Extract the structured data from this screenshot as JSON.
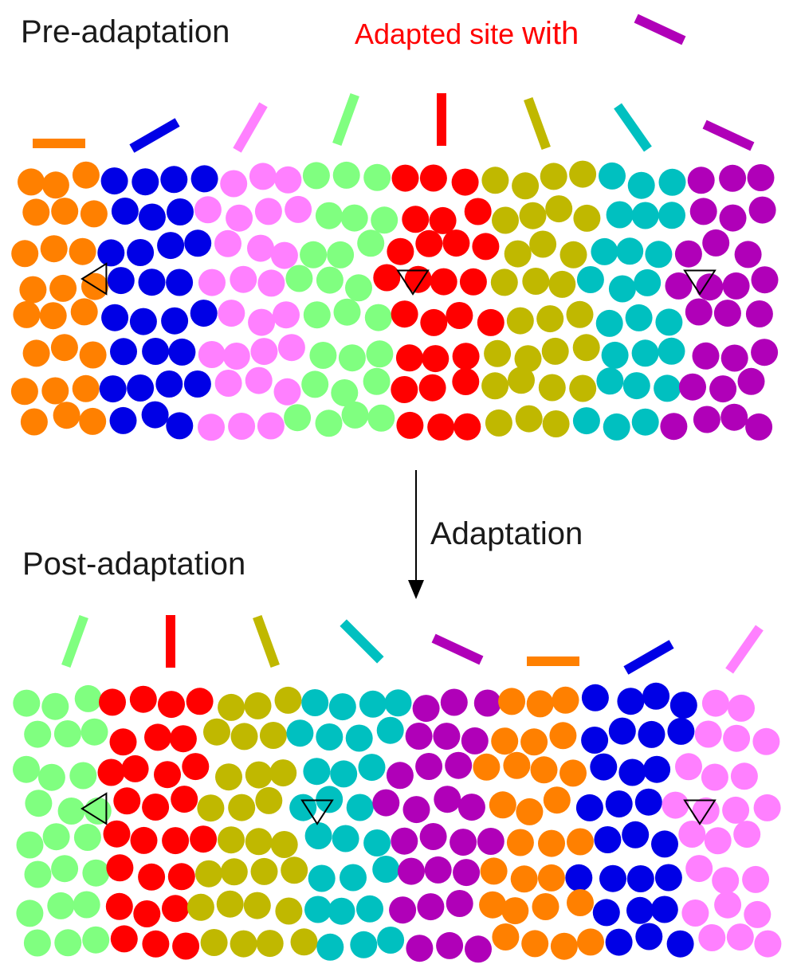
{
  "labels": {
    "pre_adaptation": "Pre-adaptation",
    "adapted_site": "Adapted site",
    "with": "with",
    "adaptation": "Adaptation",
    "post_adaptation": "Post-adaptation"
  },
  "colors": {
    "orange": "#ff8000",
    "blue": "#0000e6",
    "pink": "#ff80ff",
    "green": "#80ff80",
    "red": "#ff0000",
    "olive": "#c0b800",
    "teal": "#00c0c0",
    "purple": "#b000b8",
    "arrow": "#000000",
    "text": "#1a1a1a",
    "highlight_text": "#ff0000"
  },
  "adapter_orientation_color": "purple",
  "pre_adaptation": {
    "columns": [
      {
        "color": "orange",
        "orientation_deg": 0
      },
      {
        "color": "blue",
        "orientation_deg": 30
      },
      {
        "color": "pink",
        "orientation_deg": 60
      },
      {
        "color": "green",
        "orientation_deg": 70
      },
      {
        "color": "red",
        "orientation_deg": 90
      },
      {
        "color": "olive",
        "orientation_deg": 110
      },
      {
        "color": "teal",
        "orientation_deg": 125
      },
      {
        "color": "purple",
        "orientation_deg": 155
      }
    ],
    "markers": [
      {
        "column": 0,
        "direction": "left"
      },
      {
        "column": 4,
        "direction": "down"
      },
      {
        "column": 7,
        "direction": "down"
      }
    ]
  },
  "post_adaptation": {
    "columns": [
      {
        "color": "green",
        "orientation_deg": 70
      },
      {
        "color": "red",
        "orientation_deg": 90
      },
      {
        "color": "olive",
        "orientation_deg": 110
      },
      {
        "color": "teal",
        "orientation_deg": 135
      },
      {
        "color": "purple",
        "orientation_deg": 155
      },
      {
        "color": "orange",
        "orientation_deg": 0
      },
      {
        "color": "blue",
        "orientation_deg": 30
      },
      {
        "color": "pink",
        "orientation_deg": 55
      }
    ],
    "markers": [
      {
        "column": 0,
        "direction": "left"
      },
      {
        "column": 3,
        "direction": "down"
      },
      {
        "column": 7,
        "direction": "down"
      }
    ]
  }
}
